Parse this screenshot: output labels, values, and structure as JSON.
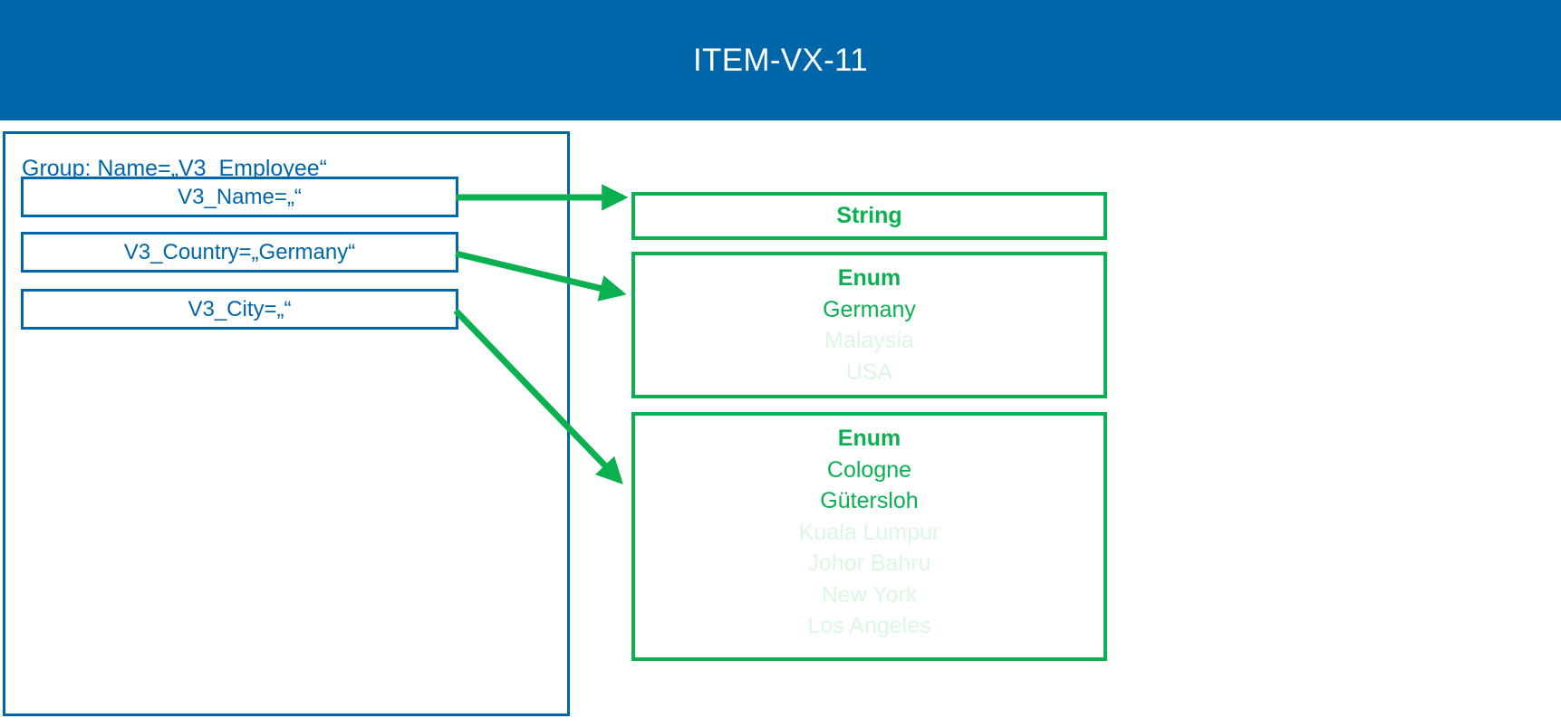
{
  "header": {
    "title": "ITEM-VX-11",
    "background_color": "#0066AA",
    "text_color": "#FFFFFF"
  },
  "colors": {
    "blue": "#0066AA",
    "green": "#0BB050",
    "green_faded": "#DCF7E3",
    "white": "#FFFFFF"
  },
  "group_panel": {
    "label": "Group: Name=„V3_Employee“",
    "attributes": [
      {
        "label": "V3_Name=„“",
        "name": "V3_Name",
        "value": ""
      },
      {
        "label": "V3_Country=„Germany“",
        "name": "V3_Country",
        "value": "Germany"
      },
      {
        "label": "V3_City=„“",
        "name": "V3_City",
        "value": ""
      }
    ]
  },
  "type_boxes": [
    {
      "type_name": "String",
      "values": []
    },
    {
      "type_name": "Enum",
      "values": [
        {
          "label": "Germany",
          "state": "active"
        },
        {
          "label": "Malaysia",
          "state": "faded"
        },
        {
          "label": "USA",
          "state": "faded"
        }
      ]
    },
    {
      "type_name": "Enum",
      "values": [
        {
          "label": "Cologne",
          "state": "active"
        },
        {
          "label": "Gütersloh",
          "state": "active"
        },
        {
          "label": "Kuala Lumpur",
          "state": "faded"
        },
        {
          "label": "Johor Bahru",
          "state": "faded"
        },
        {
          "label": "New York",
          "state": "faded"
        },
        {
          "label": "Los Angeles",
          "state": "faded"
        }
      ]
    }
  ],
  "connectors": [
    {
      "from": "V3_Name",
      "to": "String"
    },
    {
      "from": "V3_Country",
      "to": "Enum-Country"
    },
    {
      "from": "V3_City",
      "to": "Enum-City"
    }
  ]
}
